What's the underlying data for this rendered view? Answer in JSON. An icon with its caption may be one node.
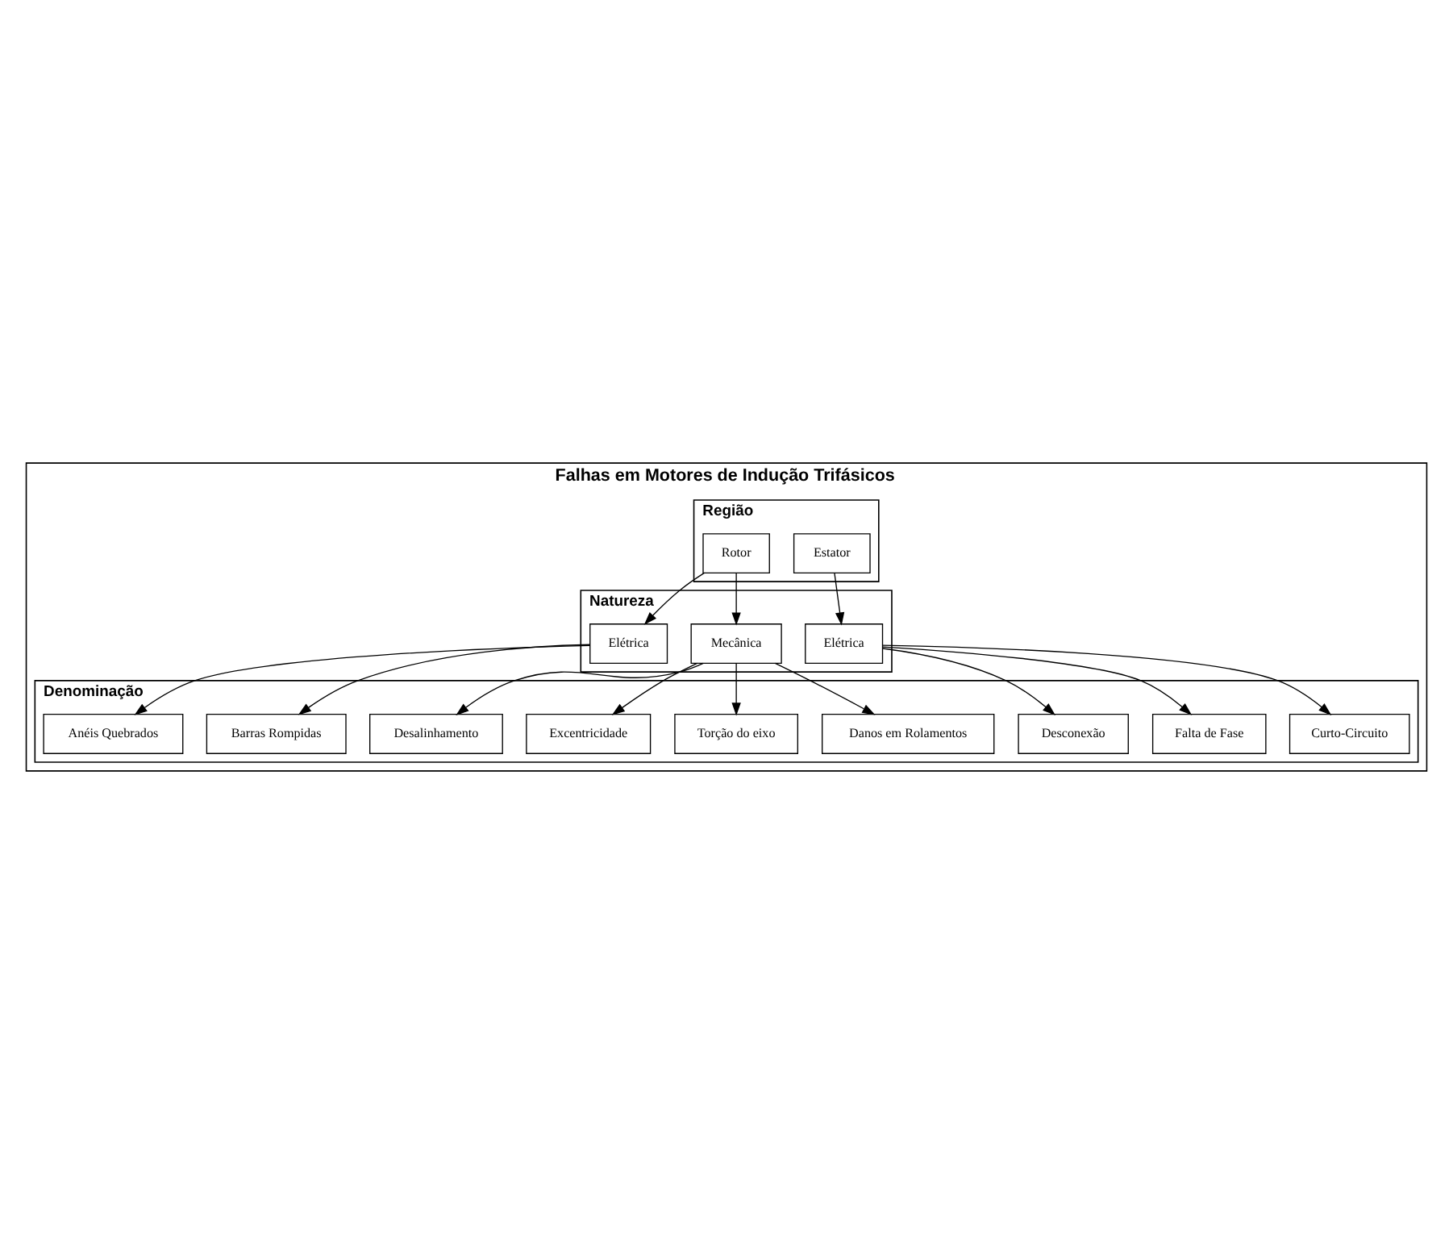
{
  "diagram": {
    "nodes": [
      {
        "text": [
          "Falhas em Motores de Indução Trifásicos"
        ]
      },
      {
        "text": [
          "Região"
        ],
        "in": 0
      },
      {
        "text": [
          "Estator"
        ],
        "in": 1
      },
      {
        "text": [
          "Rotor"
        ],
        "in": 1
      },
      {
        "text": [
          "Natureza"
        ],
        "in": 0
      },
      {
        "text": [
          "Elétrica"
        ],
        "in": 4
      },
      {
        "text": [
          "Mecânica"
        ],
        "in": 4
      },
      {
        "text": [
          "Elétrica"
        ],
        "in": 4
      },
      {
        "text": [
          "Denominação"
        ],
        "in": 0
      },
      {
        "text": [
          "Curto-Circuito"
        ],
        "in": 8
      },
      {
        "text": [
          "Falta de Fase"
        ],
        "in": 8
      },
      {
        "text": [
          "Desconexão"
        ],
        "in": 8
      },
      {
        "text": [
          "Danos em Rolamentos"
        ],
        "in": 8
      },
      {
        "text": [
          "Torção do eixo"
        ],
        "in": 8
      },
      {
        "text": [
          "Excentricidade"
        ],
        "in": 8
      },
      {
        "text": [
          "Desalinhamento"
        ],
        "in": 8
      },
      {
        "text": [
          "Barras Rompidas"
        ],
        "in": 8
      },
      {
        "text": [
          "Anéis Quebrados"
        ],
        "in": 8
      }
    ],
    "edges": [
      {
        "from": 2,
        "to": 5,
        "arrow": "to"
      },
      {
        "from": 3,
        "to": 6,
        "arrow": "to"
      },
      {
        "from": 3,
        "to": 7,
        "arrow": "to"
      },
      {
        "from": 5,
        "to": 9,
        "arrow": "to"
      },
      {
        "from": 5,
        "to": 10,
        "arrow": "to"
      },
      {
        "from": 5,
        "to": 11,
        "arrow": "to"
      },
      {
        "from": 6,
        "to": 12,
        "arrow": "to"
      },
      {
        "from": 6,
        "to": 13,
        "arrow": "to"
      },
      {
        "from": 6,
        "to": 14,
        "arrow": "to"
      },
      {
        "from": 6,
        "to": 15,
        "arrow": "to"
      },
      {
        "from": 7,
        "to": 16,
        "arrow": "to"
      },
      {
        "from": 7,
        "to": 17,
        "arrow": "to"
      }
    ]
  }
}
